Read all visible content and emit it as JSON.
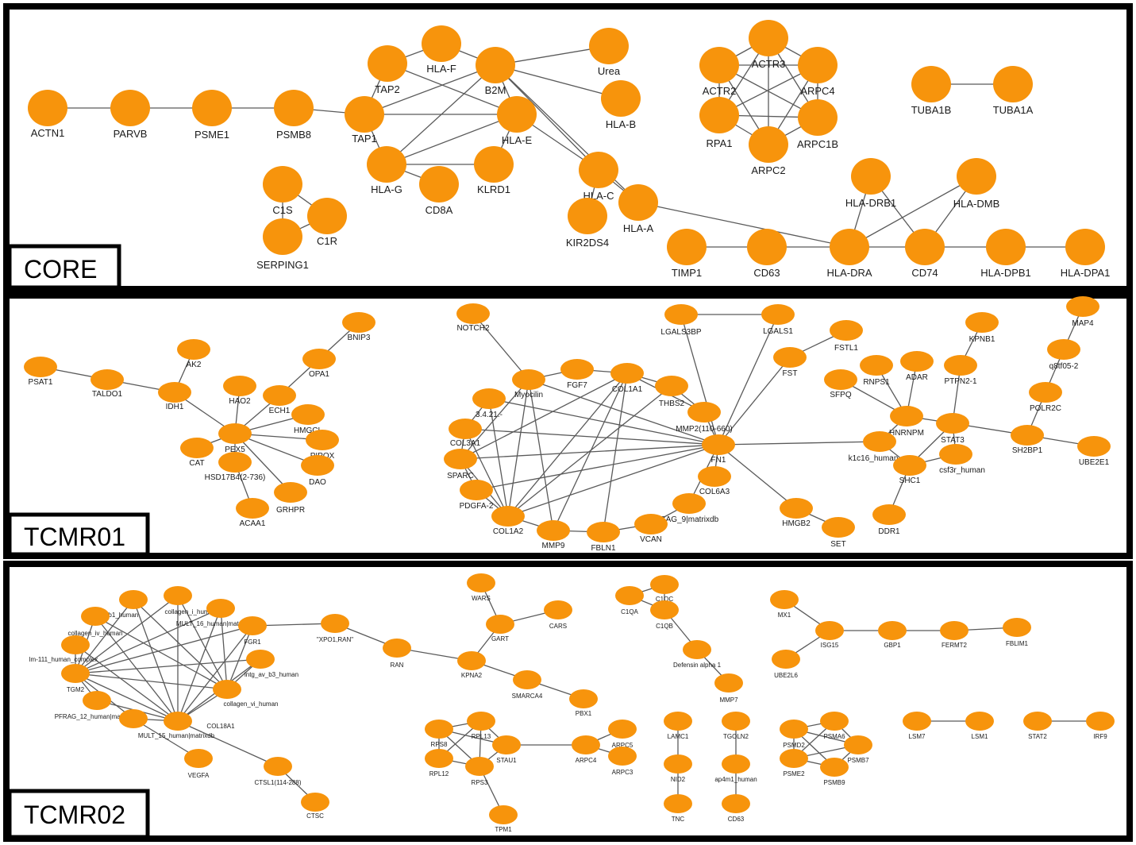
{
  "node_color": "#f7940c",
  "edge_color": "#5a5a5a",
  "panels": [
    {
      "id": "core",
      "label": "CORE",
      "nodes": [
        "ACTN1",
        "PARVB",
        "PSME1",
        "PSMB8",
        "TAP1",
        "TAP2",
        "HLA-F",
        "B2M",
        "Urea",
        "HLA-B",
        "HLA-E",
        "HLA-G",
        "CD8A",
        "KLRD1",
        "HLA-C",
        "KIR2DS4",
        "HLA-A",
        "C1S",
        "C1R",
        "SERPING1",
        "ACTR3",
        "ACTR2",
        "ARPC4",
        "RPA1",
        "ARPC1B",
        "ARPC2",
        "TUBA1B",
        "TUBA1A",
        "HLA-DRB1",
        "HLA-DMB",
        "TIMP1",
        "CD63",
        "HLA-DRA",
        "CD74",
        "HLA-DPB1",
        "HLA-DPA1"
      ],
      "edges": [
        [
          "ACTN1",
          "PARVB"
        ],
        [
          "PARVB",
          "PSME1"
        ],
        [
          "PSME1",
          "PSMB8"
        ],
        [
          "PSMB8",
          "TAP1"
        ],
        [
          "TAP1",
          "TAP2"
        ],
        [
          "TAP1",
          "B2M"
        ],
        [
          "TAP1",
          "HLA-G"
        ],
        [
          "TAP1",
          "HLA-E"
        ],
        [
          "TAP2",
          "HLA-F"
        ],
        [
          "TAP2",
          "HLA-E"
        ],
        [
          "HLA-F",
          "B2M"
        ],
        [
          "B2M",
          "Urea"
        ],
        [
          "B2M",
          "HLA-B"
        ],
        [
          "B2M",
          "HLA-E"
        ],
        [
          "B2M",
          "HLA-G"
        ],
        [
          "B2M",
          "HLA-C"
        ],
        [
          "B2M",
          "HLA-A"
        ],
        [
          "HLA-E",
          "HLA-G"
        ],
        [
          "HLA-E",
          "KLRD1"
        ],
        [
          "HLA-E",
          "HLA-C"
        ],
        [
          "HLA-G",
          "CD8A"
        ],
        [
          "HLA-G",
          "KLRD1"
        ],
        [
          "HLA-C",
          "KIR2DS4"
        ],
        [
          "HLA-C",
          "HLA-A"
        ],
        [
          "HLA-A",
          "HLA-DRA"
        ],
        [
          "C1S",
          "C1R"
        ],
        [
          "C1S",
          "SERPING1"
        ],
        [
          "C1R",
          "SERPING1"
        ],
        [
          "ACTR3",
          "ACTR2"
        ],
        [
          "ACTR3",
          "ARPC4"
        ],
        [
          "ACTR3",
          "RPA1"
        ],
        [
          "ACTR3",
          "ARPC1B"
        ],
        [
          "ACTR3",
          "ARPC2"
        ],
        [
          "ACTR2",
          "ARPC4"
        ],
        [
          "ACTR2",
          "RPA1"
        ],
        [
          "ACTR2",
          "ARPC1B"
        ],
        [
          "ACTR2",
          "ARPC2"
        ],
        [
          "ARPC4",
          "RPA1"
        ],
        [
          "ARPC4",
          "ARPC1B"
        ],
        [
          "ARPC4",
          "ARPC2"
        ],
        [
          "RPA1",
          "ARPC2"
        ],
        [
          "RPA1",
          "ARPC1B"
        ],
        [
          "ARPC1B",
          "ARPC2"
        ],
        [
          "TUBA1B",
          "TUBA1A"
        ],
        [
          "TIMP1",
          "CD63"
        ],
        [
          "CD63",
          "HLA-DRA"
        ],
        [
          "HLA-DRA",
          "CD74"
        ],
        [
          "CD74",
          "HLA-DPB1"
        ],
        [
          "HLA-DPB1",
          "HLA-DPA1"
        ],
        [
          "HLA-DRB1",
          "HLA-DRA"
        ],
        [
          "HLA-DRB1",
          "CD74"
        ],
        [
          "HLA-DMB",
          "HLA-DRA"
        ],
        [
          "HLA-DMB",
          "CD74"
        ]
      ]
    },
    {
      "id": "tcmr01",
      "label": "TCMR01",
      "nodes": [
        "PSAT1",
        "TALDO1",
        "IDH1",
        "AK2",
        "HAO2",
        "ECH1",
        "OPA1",
        "BNIP3",
        "HMGCL",
        "PEX5",
        "CAT",
        "PIPOX",
        "HSD17B4(2-736)",
        "DAO",
        "GRHPR",
        "ACAA1",
        "NOTCH2",
        "Myocilin",
        "FGF7",
        "COL1A1",
        "3.4.21.-",
        "THBS2",
        "COL3A1",
        "MMP2(110-660)",
        "SPARC",
        "FN1",
        "PDGFA-2",
        "COL6A3",
        "COL1A2",
        "GAG_9|matrixdb",
        "MMP9",
        "FBLN1",
        "VCAN",
        "LGALS3BP",
        "LGALS1",
        "FSTL1",
        "FST",
        "HMGB2",
        "SET",
        "SFPQ",
        "RNPS1",
        "ADAR",
        "KPNB1",
        "PTPN2-1",
        "HNRNPM",
        "STAT3",
        "k1c16_human",
        "csf3r_human",
        "SHC1",
        "DDR1",
        "MAP4",
        "q8tf05-2",
        "POLR2C",
        "SH2BP1",
        "UBE2E1"
      ],
      "edges": [
        [
          "PSAT1",
          "TALDO1"
        ],
        [
          "TALDO1",
          "IDH1"
        ],
        [
          "IDH1",
          "AK2"
        ],
        [
          "IDH1",
          "PEX5"
        ],
        [
          "PEX5",
          "HAO2"
        ],
        [
          "PEX5",
          "ECH1"
        ],
        [
          "ECH1",
          "OPA1"
        ],
        [
          "OPA1",
          "BNIP3"
        ],
        [
          "PEX5",
          "HMGCL"
        ],
        [
          "PEX5",
          "CAT"
        ],
        [
          "PEX5",
          "PIPOX"
        ],
        [
          "PEX5",
          "HSD17B4(2-736)"
        ],
        [
          "PEX5",
          "DAO"
        ],
        [
          "PEX5",
          "GRHPR"
        ],
        [
          "HSD17B4(2-736)",
          "ACAA1"
        ],
        [
          "NOTCH2",
          "Myocilin"
        ],
        [
          "Myocilin",
          "FGF7"
        ],
        [
          "Myocilin",
          "SPARC"
        ],
        [
          "Myocilin",
          "COL1A2"
        ],
        [
          "Myocilin",
          "MMP9"
        ],
        [
          "Myocilin",
          "FN1"
        ],
        [
          "FGF7",
          "COL1A1"
        ],
        [
          "COL1A1",
          "THBS2"
        ],
        [
          "COL1A1",
          "MMP2(110-660)"
        ],
        [
          "COL1A1",
          "COL1A2"
        ],
        [
          "COL1A1",
          "MMP9"
        ],
        [
          "COL1A1",
          "FBLN1"
        ],
        [
          "COL1A1",
          "SPARC"
        ],
        [
          "THBS2",
          "MMP2(110-660)"
        ],
        [
          "THBS2",
          "COL1A2"
        ],
        [
          "MMP2(110-660)",
          "FN1"
        ],
        [
          "3.4.21.-",
          "COL3A1"
        ],
        [
          "3.4.21.-",
          "FN1"
        ],
        [
          "3.4.21.-",
          "COL1A2"
        ],
        [
          "COL3A1",
          "SPARC"
        ],
        [
          "COL3A1",
          "FN1"
        ],
        [
          "COL3A1",
          "COL1A2"
        ],
        [
          "SPARC",
          "PDGFA-2"
        ],
        [
          "SPARC",
          "FN1"
        ],
        [
          "SPARC",
          "COL1A2"
        ],
        [
          "PDGFA-2",
          "COL1A2"
        ],
        [
          "PDGFA-2",
          "FN1"
        ],
        [
          "COL1A2",
          "MMP9"
        ],
        [
          "COL1A2",
          "FN1"
        ],
        [
          "MMP9",
          "FBLN1"
        ],
        [
          "FBLN1",
          "VCAN"
        ],
        [
          "VCAN",
          "GAG_9|matrixdb"
        ],
        [
          "GAG_9|matrixdb",
          "FN1"
        ],
        [
          "COL6A3",
          "FN1"
        ],
        [
          "FN1",
          "LGALS3BP"
        ],
        [
          "FN1",
          "LGALS1"
        ],
        [
          "FN1",
          "FST"
        ],
        [
          "FN1",
          "HMGB2"
        ],
        [
          "FN1",
          "k1c16_human"
        ],
        [
          "LGALS3BP",
          "LGALS1"
        ],
        [
          "FST",
          "FSTL1"
        ],
        [
          "HMGB2",
          "SET"
        ],
        [
          "SFPQ",
          "HNRNPM"
        ],
        [
          "RNPS1",
          "HNRNPM"
        ],
        [
          "ADAR",
          "HNRNPM"
        ],
        [
          "HNRNPM",
          "STAT3"
        ],
        [
          "HNRNPM",
          "k1c16_human"
        ],
        [
          "KPNB1",
          "PTPN2-1"
        ],
        [
          "PTPN2-1",
          "STAT3"
        ],
        [
          "STAT3",
          "csf3r_human"
        ],
        [
          "STAT3",
          "SHC1"
        ],
        [
          "STAT3",
          "SH2BP1"
        ],
        [
          "k1c16_human",
          "SHC1"
        ],
        [
          "SHC1",
          "DDR1"
        ],
        [
          "SHC1",
          "csf3r_human"
        ],
        [
          "MAP4",
          "q8tf05-2"
        ],
        [
          "q8tf05-2",
          "POLR2C"
        ],
        [
          "POLR2C",
          "SH2BP1"
        ],
        [
          "SH2BP1",
          "UBE2E1"
        ]
      ]
    },
    {
      "id": "tcmr02",
      "label": "TCMR02",
      "nodes": [
        "intg_a3_b1_human",
        "collagen_i_human",
        "MULT_16_human|matrixdb",
        "collagen_iv_human",
        "lm-111_human_complex",
        "FGR1",
        "intg_av_b3_human",
        "TGM2",
        "collagen_vi_human",
        "PFRAG_12_human|matrixdb",
        "MULT_15_human|matrixdb",
        "COL18A1",
        "VEGFA",
        "CTSL1(114-288)",
        "CTSC",
        "\"XPO1,RAN\"",
        "RAN",
        "KPNA2",
        "WARS",
        "GART",
        "CARS",
        "SMARCA4",
        "PBX1",
        "RPS8",
        "RPL13",
        "STAU1",
        "RPL12",
        "RPS3",
        "TPM1",
        "ARPC4",
        "ARPC5",
        "ARPC3",
        "C1QA",
        "C1QC",
        "C1QB",
        "Defensin alpha 1",
        "MMP7",
        "LAMC1",
        "NID2",
        "TNC",
        "TGOLN2",
        "ap4m1_human",
        "CD63",
        "PSMD2",
        "PSMA6",
        "PSMB7",
        "PSME2",
        "PSMB9",
        "MX1",
        "ISG15",
        "GBP1",
        "FERMT2",
        "FBLIM1",
        "UBE2L6",
        "LSM7",
        "LSM1",
        "STAT2",
        "IRF9"
      ],
      "edges": [
        [
          "intg_a3_b1_human",
          "collagen_vi_human"
        ],
        [
          "intg_a3_b1_human",
          "COL18A1"
        ],
        [
          "intg_a3_b1_human",
          "TGM2"
        ],
        [
          "collagen_i_human",
          "TGM2"
        ],
        [
          "collagen_i_human",
          "collagen_vi_human"
        ],
        [
          "collagen_i_human",
          "COL18A1"
        ],
        [
          "MULT_16_human|matrixdb",
          "TGM2"
        ],
        [
          "MULT_16_human|matrixdb",
          "collagen_vi_human"
        ],
        [
          "MULT_16_human|matrixdb",
          "COL18A1"
        ],
        [
          "collagen_iv_human",
          "TGM2"
        ],
        [
          "collagen_iv_human",
          "COL18A1"
        ],
        [
          "collagen_iv_human",
          "collagen_vi_human"
        ],
        [
          "lm-111_human_complex",
          "TGM2"
        ],
        [
          "lm-111_human_complex",
          "COL18A1"
        ],
        [
          "FGR1",
          "collagen_vi_human"
        ],
        [
          "FGR1",
          "COL18A1"
        ],
        [
          "FGR1",
          "TGM2"
        ],
        [
          "FGR1",
          "\"XPO1,RAN\""
        ],
        [
          "intg_av_b3_human",
          "collagen_vi_human"
        ],
        [
          "intg_av_b3_human",
          "TGM2"
        ],
        [
          "intg_av_b3_human",
          "COL18A1"
        ],
        [
          "TGM2",
          "collagen_vi_human"
        ],
        [
          "TGM2",
          "COL18A1"
        ],
        [
          "TGM2",
          "MULT_15_human|matrixdb"
        ],
        [
          "TGM2",
          "PFRAG_12_human|matrixdb"
        ],
        [
          "PFRAG_12_human|matrixdb",
          "COL18A1"
        ],
        [
          "MULT_15_human|matrixdb",
          "COL18A1"
        ],
        [
          "MULT_15_human|matrixdb",
          "VEGFA"
        ],
        [
          "collagen_vi_human",
          "COL18A1"
        ],
        [
          "COL18A1",
          "CTSL1(114-288)"
        ],
        [
          "CTSL1(114-288)",
          "CTSC"
        ],
        [
          "\"XPO1,RAN\"",
          "RAN"
        ],
        [
          "RAN",
          "KPNA2"
        ],
        [
          "KPNA2",
          "GART"
        ],
        [
          "KPNA2",
          "SMARCA4"
        ],
        [
          "SMARCA4",
          "PBX1"
        ],
        [
          "WARS",
          "GART"
        ],
        [
          "GART",
          "CARS"
        ],
        [
          "RPS8",
          "RPL13"
        ],
        [
          "RPS8",
          "RPL12"
        ],
        [
          "RPS8",
          "RPS3"
        ],
        [
          "RPS8",
          "STAU1"
        ],
        [
          "RPL13",
          "STAU1"
        ],
        [
          "RPL13",
          "RPS3"
        ],
        [
          "RPL13",
          "RPL12"
        ],
        [
          "RPL12",
          "RPS3"
        ],
        [
          "RPS3",
          "STAU1"
        ],
        [
          "RPS3",
          "TPM1"
        ],
        [
          "STAU1",
          "ARPC4"
        ],
        [
          "ARPC4",
          "ARPC5"
        ],
        [
          "ARPC4",
          "ARPC3"
        ],
        [
          "C1QA",
          "C1QC"
        ],
        [
          "C1QA",
          "C1QB"
        ],
        [
          "C1QC",
          "C1QB"
        ],
        [
          "C1QB",
          "Defensin alpha 1"
        ],
        [
          "Defensin alpha 1",
          "MMP7"
        ],
        [
          "LAMC1",
          "NID2"
        ],
        [
          "NID2",
          "TNC"
        ],
        [
          "TGOLN2",
          "ap4m1_human"
        ],
        [
          "ap4m1_human",
          "CD63"
        ],
        [
          "PSMD2",
          "PSMA6"
        ],
        [
          "PSMD2",
          "PSMB7"
        ],
        [
          "PSMD2",
          "PSME2"
        ],
        [
          "PSMD2",
          "PSMB9"
        ],
        [
          "PSMA6",
          "PSMB7"
        ],
        [
          "PSMA6",
          "PSME2"
        ],
        [
          "PSMB7",
          "PSME2"
        ],
        [
          "PSMB7",
          "PSMB9"
        ],
        [
          "PSME2",
          "PSMB9"
        ],
        [
          "MX1",
          "ISG15"
        ],
        [
          "UBE2L6",
          "ISG15"
        ],
        [
          "ISG15",
          "GBP1"
        ],
        [
          "GBP1",
          "FERMT2"
        ],
        [
          "FERMT2",
          "FBLIM1"
        ],
        [
          "LSM7",
          "LSM1"
        ],
        [
          "STAT2",
          "IRF9"
        ]
      ]
    }
  ]
}
